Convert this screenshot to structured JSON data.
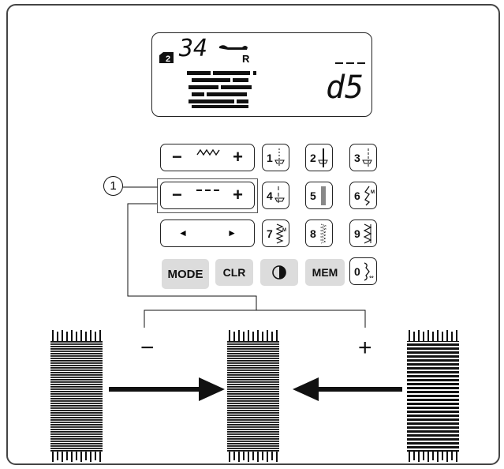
{
  "lcd": {
    "pattern_number": "34",
    "foot_letter": "R",
    "value": "d5",
    "memory_badge": "2"
  },
  "panel": {
    "width_key": {
      "minus": "−",
      "plus": "+",
      "icon": "zigzag-width-icon"
    },
    "length_key": {
      "minus": "−",
      "plus": "+",
      "icon": "stitch-length-icon"
    },
    "arrow_key": {
      "left": "◄",
      "right": "►"
    },
    "number_keys": [
      {
        "label": "1",
        "icon": "straight-stitch-left-icon"
      },
      {
        "label": "2",
        "icon": "straight-stitch-center-icon"
      },
      {
        "label": "3",
        "icon": "straight-stitch-right-icon"
      },
      {
        "label": "4",
        "icon": "straight-stitch-basting-icon"
      },
      {
        "label": "5",
        "icon": "triple-straight-stitch-icon"
      },
      {
        "label": "6",
        "icon": "lightning-stitch-icon"
      },
      {
        "label": "7",
        "icon": "zigzag-stitch-icon"
      },
      {
        "label": "8",
        "icon": "multi-zigzag-stitch-icon"
      },
      {
        "label": "9",
        "icon": "overcast-stitch-icon"
      },
      {
        "label": "0",
        "icon": "buttonhole-stitch-icon"
      }
    ],
    "mode_label": "MODE",
    "clr_label": "CLR",
    "mem_label": "MEM"
  },
  "callout_number": "1",
  "adjust": {
    "minus_label": "−",
    "plus_label": "+"
  },
  "colors": {
    "ink": "#111111",
    "key_grey": "#dcdcdc",
    "frame": "#444444"
  }
}
